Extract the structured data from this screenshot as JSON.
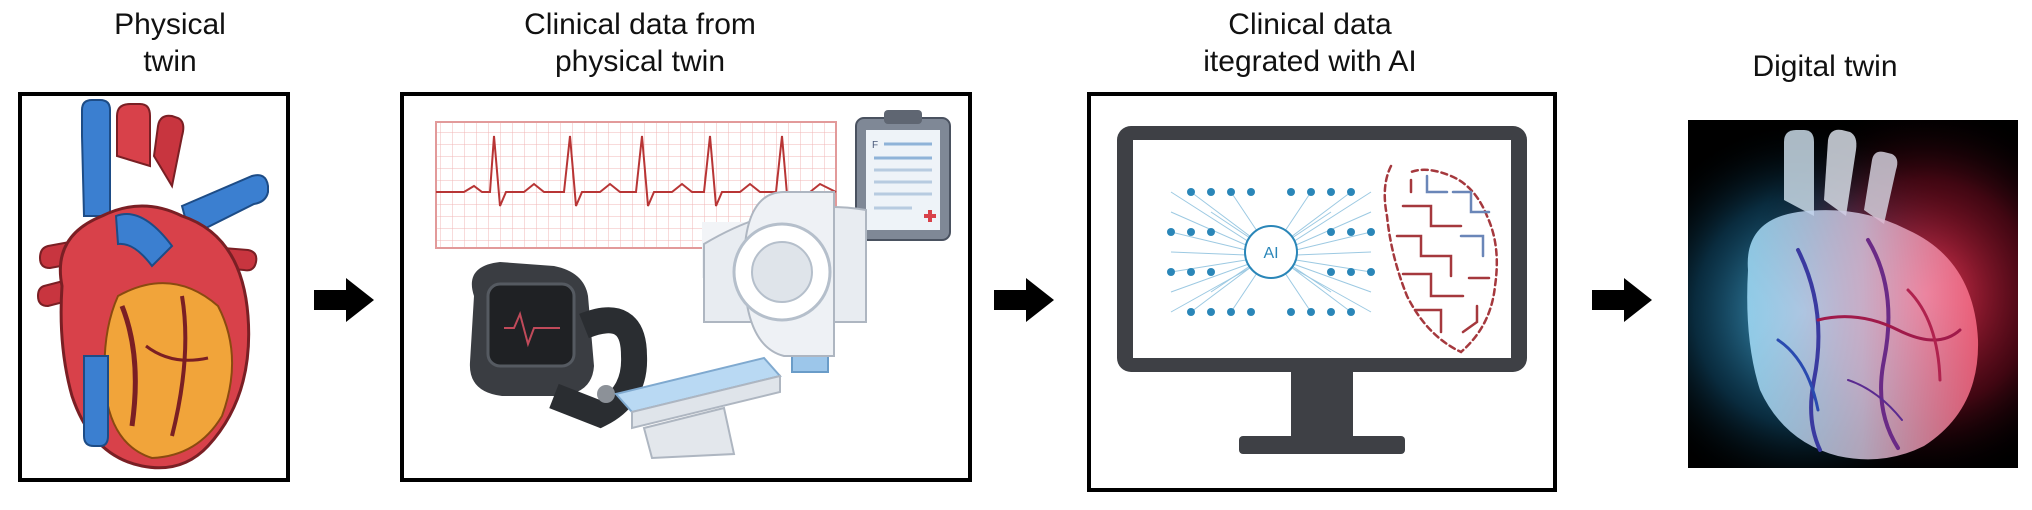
{
  "stages": [
    {
      "id": "physical-twin",
      "title_lines": [
        "Physical",
        "twin"
      ]
    },
    {
      "id": "clinical-data",
      "title_lines": [
        "Clinical data from",
        "physical twin"
      ]
    },
    {
      "id": "ai-integration",
      "title_lines": [
        "Clinical data",
        "itegrated with AI"
      ]
    },
    {
      "id": "digital-twin",
      "title_lines": [
        "Digital twin"
      ]
    }
  ],
  "icons": {
    "heart": "anatomical-heart-icon",
    "ecg": "ecg-strip-icon",
    "clipboard": "clipboard-icon",
    "watch": "smartwatch-icon",
    "scanner": "ct-scanner-icon",
    "monitor": "monitor-icon",
    "neural_net": "neural-network-icon",
    "circuit_heart": "circuit-heart-icon",
    "digital_heart": "digital-heart-icon",
    "arrow": "right-arrow-icon"
  },
  "network_node_label": "AI",
  "colors": {
    "border": "#000000",
    "heart_red": "#d8414a",
    "vessel_blue": "#3b7fd0",
    "ecg_grid": "#f0b7b7",
    "ecg_line": "#b83535",
    "network_blue": "#2a86b8",
    "circuit_red": "#a5383d",
    "digital_cyan": "#5fd0ff",
    "digital_red": "#ff3b5c"
  }
}
